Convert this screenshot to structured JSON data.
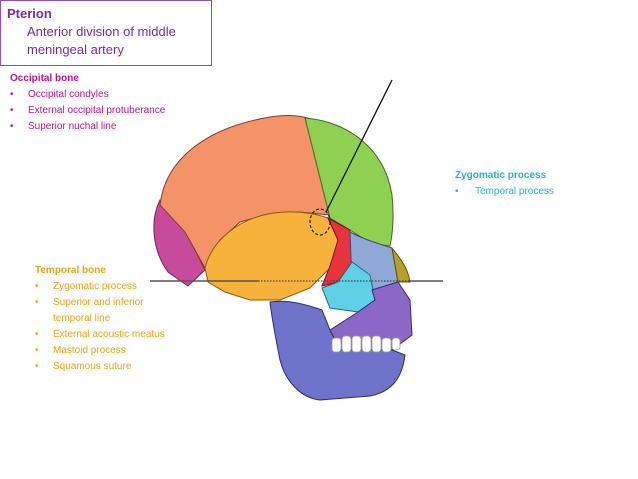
{
  "occipital": {
    "title": "Occipital bone",
    "items": [
      "Occipital condyles",
      "External occipital protuberance",
      "Superior nuchal line"
    ]
  },
  "pterion": {
    "title": "Pterion",
    "item_line1": "Anterior division of middle",
    "item_line2": "meningeal artery"
  },
  "zygomatic": {
    "title": "Zygomatic process",
    "items": [
      "Temporal process"
    ]
  },
  "temporal": {
    "title": "Temporal bone",
    "item1": "Zygomatic process",
    "item2_line1": "Superior and inferior",
    "item2_line2": "temporal line",
    "item3": "External acoustic meatus",
    "item4": "Mastoid process",
    "item5": "Squamous suture"
  },
  "colors": {
    "occipital_text": "#b8168a",
    "temporal_text": "#e8a314",
    "zygomatic_text": "#27b4c4",
    "pterion_border": "#8c4fb3",
    "parietal": "#f49367",
    "frontal": "#8fcf52",
    "temporal_bone": "#f7b23b",
    "sphenoid": "#e8323c",
    "zygomatic_bone": "#5fd0e6",
    "maxilla": "#8b68c8",
    "mandible": "#6e73c9",
    "occipital_bone": "#c84a9a"
  }
}
